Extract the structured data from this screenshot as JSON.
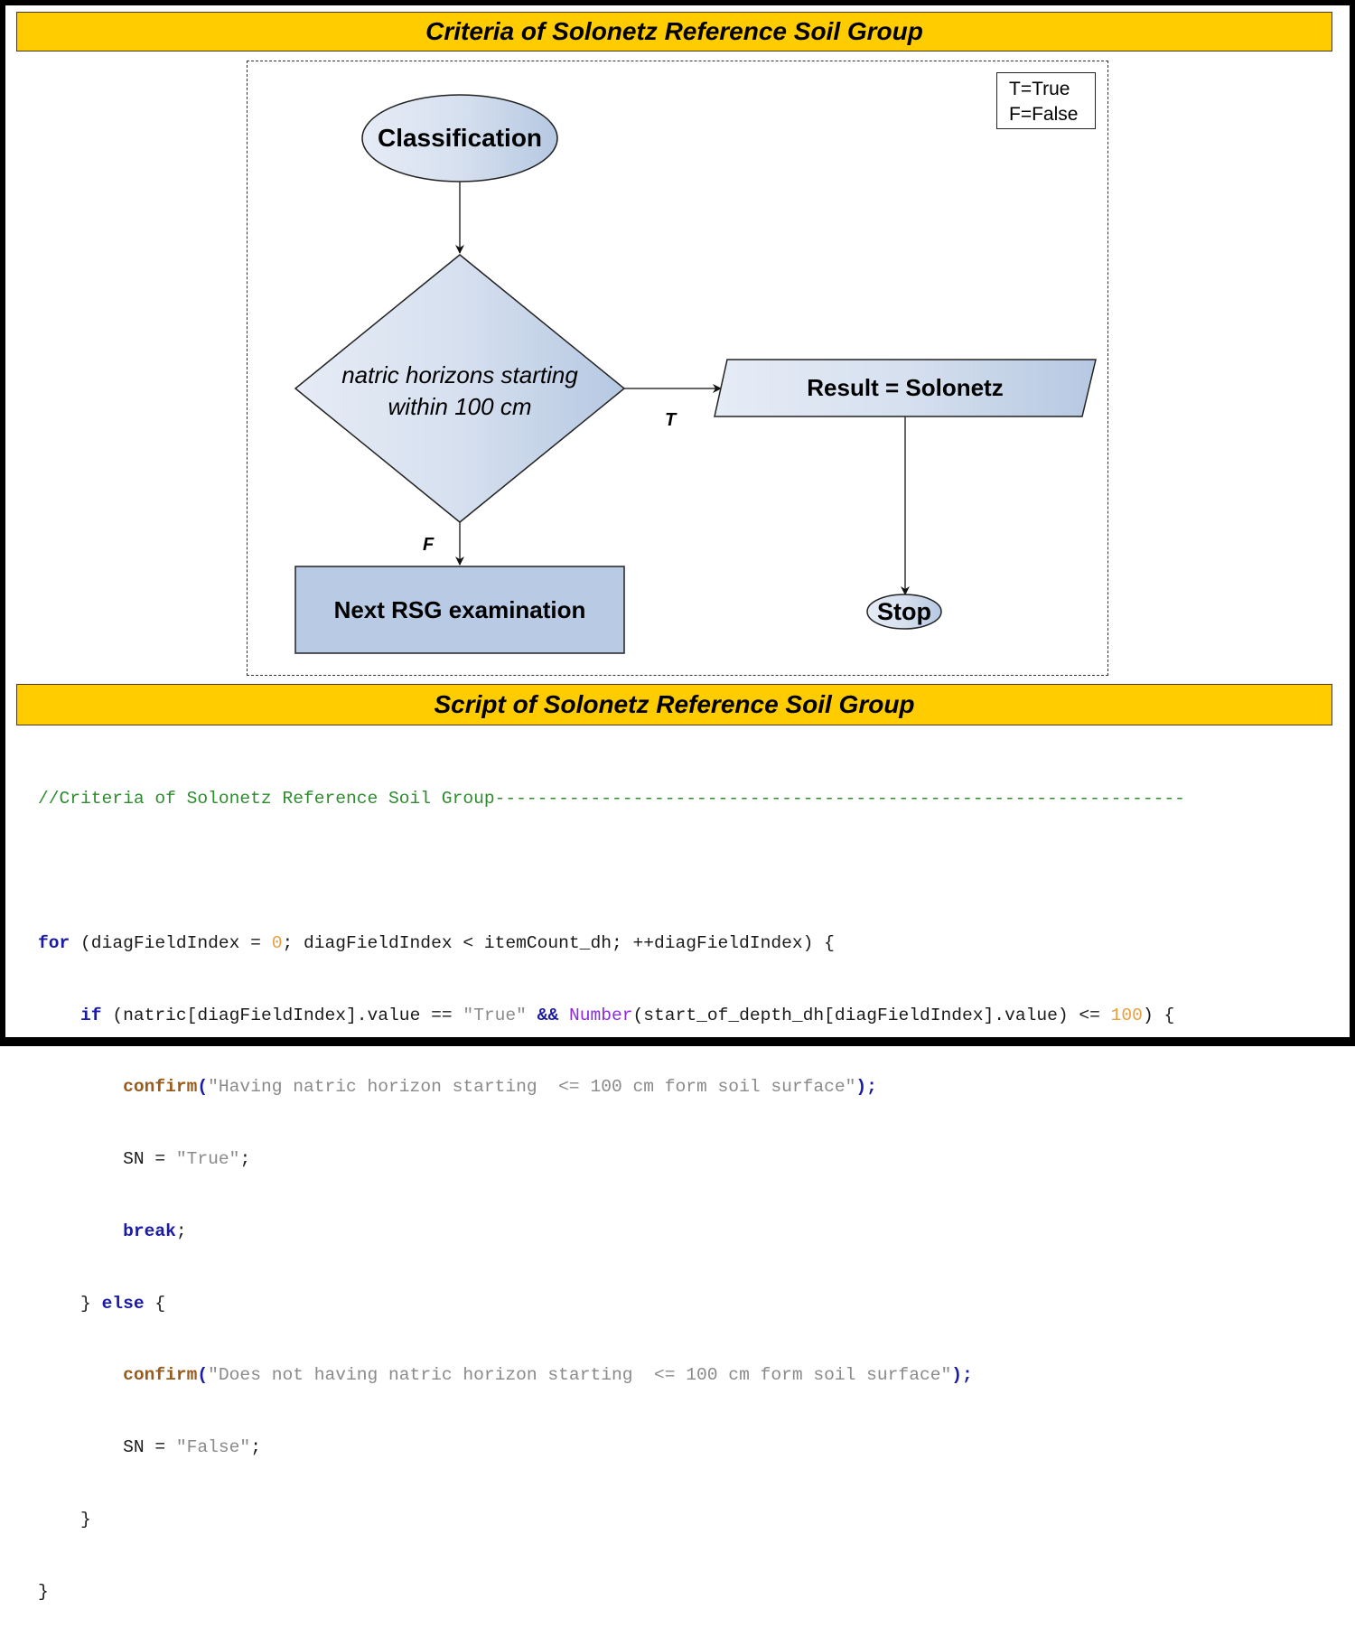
{
  "banners": {
    "top": "Criteria of Solonetz Reference Soil Group",
    "bottom": "Script of Solonetz Reference Soil Group"
  },
  "legend": {
    "true_label": "T=True",
    "false_label": "F=False"
  },
  "flowchart": {
    "nodes": {
      "start": "Classification",
      "decision_line1": "natric horizons starting",
      "decision_line2": "within 100 cm",
      "result": "Result = Solonetz",
      "next": "Next RSG examination",
      "stop": "Stop"
    },
    "edges": {
      "true_label": "T",
      "false_label": "F"
    },
    "colors": {
      "fill_light": "#E4EAF4",
      "fill_dark": "#B9CBE4",
      "next_fill": "#B9CBE4",
      "banner": "#FFCC00"
    }
  },
  "code": {
    "comment": "//Criteria of Solonetz Reference Soil Group",
    "comment_dashes": "-----------------------------------------------------------------",
    "for_kw": "for",
    "for_open": " (diagFieldIndex = ",
    "for_zero": "0",
    "for_rest": "; diagFieldIndex < itemCount_dh; ++diagFieldIndex) {",
    "if_indent": "    ",
    "if_kw": "if",
    "if_cond1": " (natric[diagFieldIndex].value == ",
    "if_true_str": "\"True\"",
    "if_and": " && ",
    "if_number": "Number",
    "if_cond2": "(start_of_depth_dh[diagFieldIndex].value) <= ",
    "if_hundred": "100",
    "if_close": ") {",
    "indent2": "        ",
    "confirm_fn": "confirm",
    "confirm_true_msg": "\"Having natric horizon starting  <= 100 cm form soil surface\"",
    "confirm_end": ");",
    "sn_true_lhs": "SN = ",
    "sn_true_val": "\"True\"",
    "semicolon": ";",
    "break_kw": "break",
    "else_open": "} ",
    "else_kw": "else",
    "else_brace": " {",
    "confirm_false_msg": "\"Does not having natric horizon starting  <= 100 cm form soil surface\"",
    "sn_false_val": "\"False\"",
    "close_inner": "}",
    "close_outer": "}",
    "paren_open": "("
  }
}
